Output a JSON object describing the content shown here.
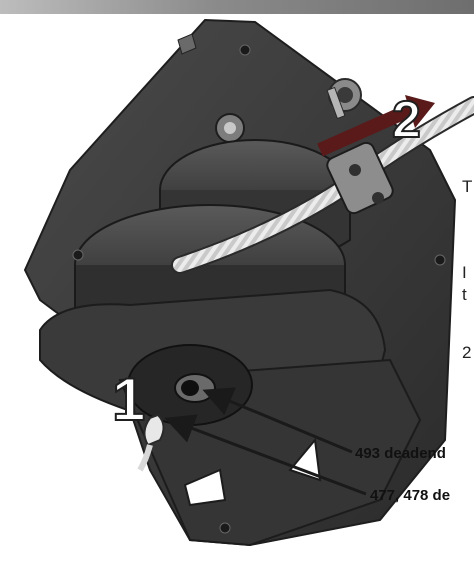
{
  "header": {
    "bar_color_left": "#bdbdbd",
    "bar_color_right": "#6e6e6e"
  },
  "steps": {
    "step_1": "1",
    "step_2": "2"
  },
  "callouts": {
    "deadend_493": "493 deadend",
    "deadend_477_478": "477, 478 de"
  },
  "edge_text": {
    "frag_1": "T",
    "frag_2": "I",
    "frag_3": "t",
    "frag_4": "2"
  },
  "colors": {
    "block_body": "#3c3c3c",
    "block_shadow": "#2a2a2a",
    "rope": "#e6e6e6",
    "arrow": "#5a1a1a"
  },
  "icons": {
    "arrow_up_right": "arrow-up-right-icon",
    "callout_arrow": "callout-arrow-icon"
  }
}
